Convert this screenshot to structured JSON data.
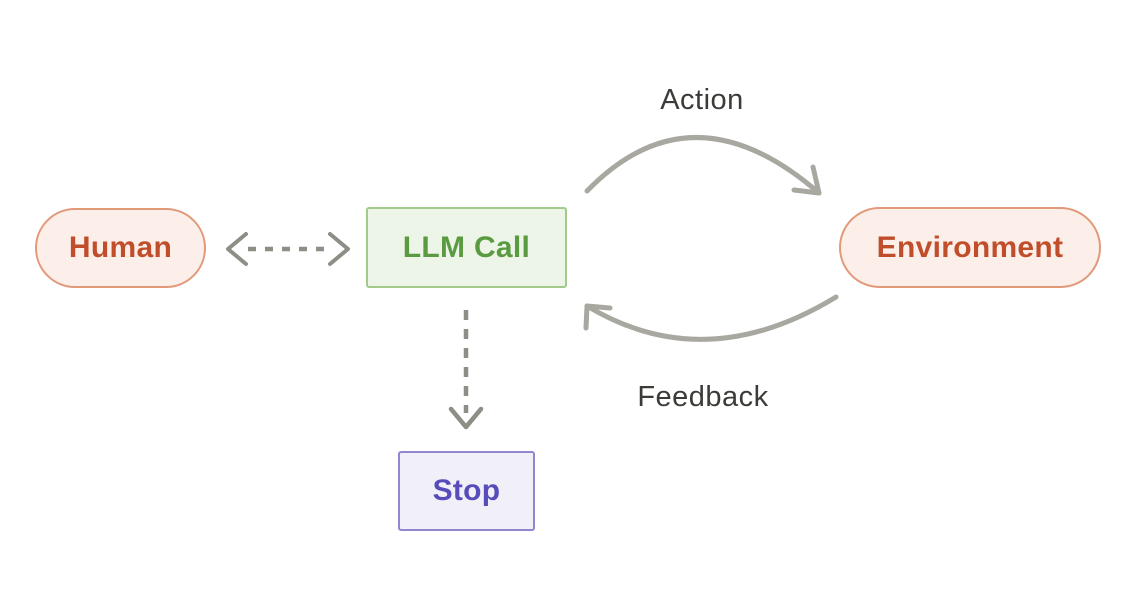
{
  "diagram": {
    "title": "agent-environment-loop",
    "nodes": {
      "human": {
        "label": "Human",
        "shape": "pill",
        "fill": "#fcefe9",
        "border": "#e2997a",
        "text_color": "#c14e2b"
      },
      "llm_call": {
        "label": "LLM Call",
        "shape": "rect",
        "fill": "#edf5e8",
        "border": "#a2ca8b",
        "text_color": "#5a9b41"
      },
      "environment": {
        "label": "Environment",
        "shape": "pill",
        "fill": "#fcefe9",
        "border": "#e2997a",
        "text_color": "#c14e2b"
      },
      "stop": {
        "label": "Stop",
        "shape": "rect",
        "fill": "#f1f0f9",
        "border": "#8f88d0",
        "text_color": "#564cba"
      }
    },
    "edges": {
      "action": {
        "label": "Action",
        "from": "llm_call",
        "to": "environment",
        "style": "solid-curve"
      },
      "feedback": {
        "label": "Feedback",
        "from": "environment",
        "to": "llm_call",
        "style": "solid-curve"
      },
      "human_llm": {
        "label": "",
        "from": "human",
        "to": "llm_call",
        "style": "dashed-double-arrow"
      },
      "llm_stop": {
        "label": "",
        "from": "llm_call",
        "to": "stop",
        "style": "dashed-arrow"
      }
    },
    "colors": {
      "background": "#ffffff",
      "arrow_solid": "#a8a7a0",
      "arrow_dashed": "#8e8e87",
      "edge_label_text": "#3b3b38"
    }
  }
}
